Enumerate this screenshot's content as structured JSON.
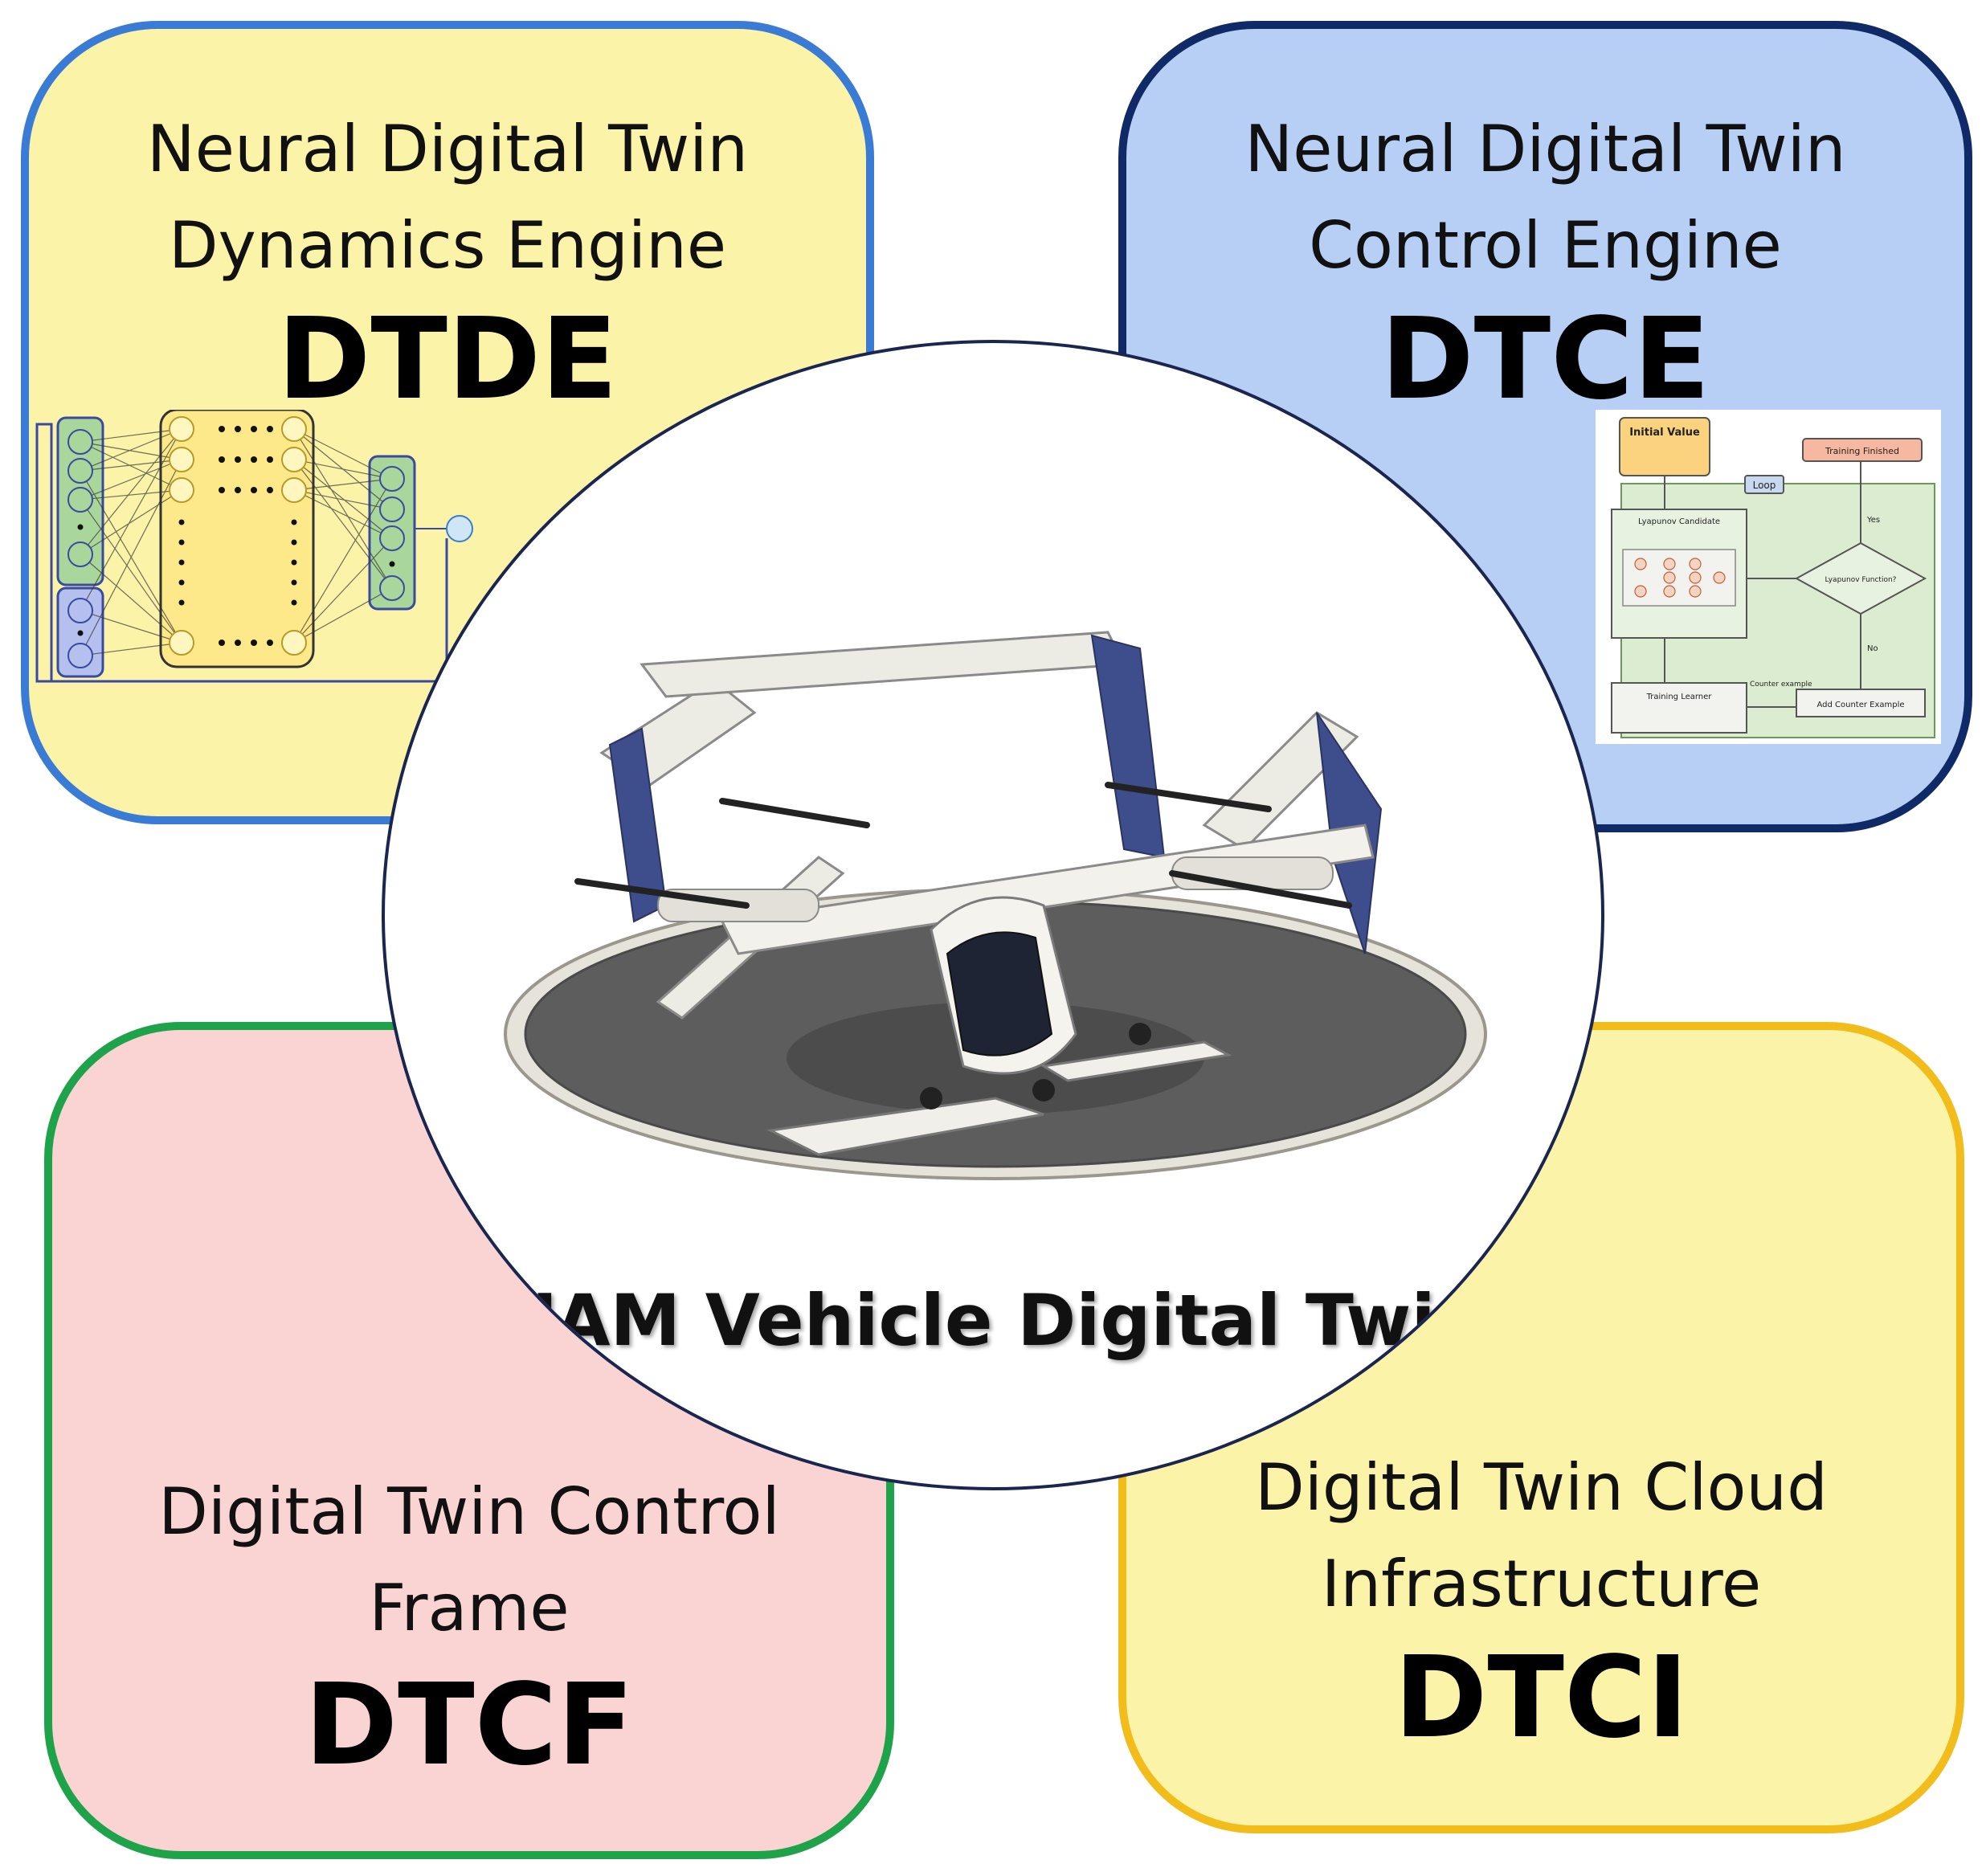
{
  "colors": {
    "dtde_fill": "#fbf3a8",
    "dtde_border": "#3a7bd5",
    "dtce_fill": "#b7cff4",
    "dtce_border": "#0f2a66",
    "dtcf_fill": "#f9d4d2",
    "dtcf_border": "#1fa34a",
    "dtci_fill": "#fbf3a8",
    "dtci_border": "#f2bc1b",
    "circle_border": "#1a2550"
  },
  "dtde": {
    "line1": "Neural Digital Twin",
    "line2": "Dynamics Engine",
    "acronym": "DTDE"
  },
  "dtce": {
    "line1": "Neural Digital Twin",
    "line2": "Control Engine",
    "acronym": "DTCE",
    "flowchart": {
      "initial_value": "Initial Value",
      "training_finished": "Training Finished",
      "loop": "Loop",
      "lyapunov_candidate": "Lyapunov Candidate",
      "decision": "Lyapunov Function?",
      "yes": "Yes",
      "no": "No",
      "training_learner": "Training Learner",
      "add_counter_example": "Add Counter Example",
      "counter_example": "Counter example"
    }
  },
  "dtcf": {
    "line1": "Digital Twin Control",
    "line2": "Frame",
    "acronym": "DTCF"
  },
  "dtci": {
    "line1": "Digital Twin Cloud",
    "line2": "Infrastructure",
    "acronym": "DTCI"
  },
  "center": {
    "label": "UAM Vehicle Digital Twin"
  }
}
